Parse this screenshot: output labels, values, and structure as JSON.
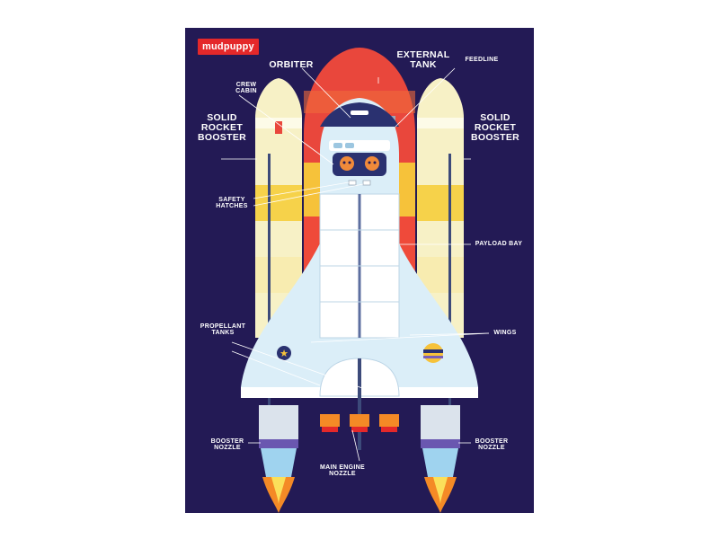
{
  "brand": {
    "name": "mudpuppy",
    "color": "#e4282a"
  },
  "colors": {
    "background": "#231a55",
    "external_tank": "#e9473c",
    "booster": "#f7f1c6",
    "orbiter": "#dbeef8",
    "flame": "#f48a26"
  },
  "labels": {
    "orbiter": "ORBITER",
    "external_tank": "EXTERNAL\nTANK",
    "feedline": "FEEDLINE",
    "crew_cabin": "CREW\nCABIN",
    "solid_rocket_booster_left": "SOLID\nROCKET\nBOOSTER",
    "solid_rocket_booster_right": "SOLID\nROCKET\nBOOSTER",
    "safety_hatches": "SAFETY\nHATCHES",
    "payload_bay": "PAYLOAD BAY",
    "propellant_tanks": "PROPELLANT\nTANKS",
    "wings": "WINGS",
    "booster_nozzle_left": "BOOSTER\nNOZZLE",
    "booster_nozzle_right": "BOOSTER\nNOZZLE",
    "main_engine_nozzle": "MAIN ENGINE\nNOZZLE"
  }
}
